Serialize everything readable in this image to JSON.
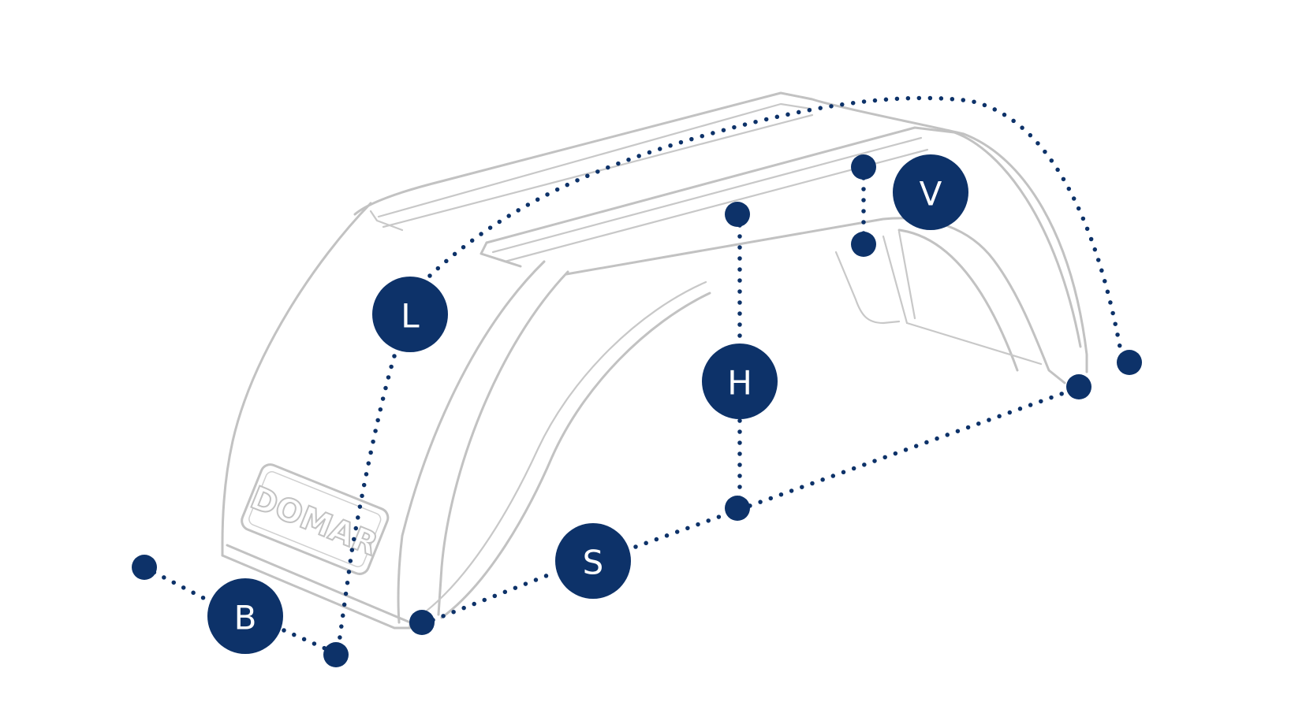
{
  "colors": {
    "accent": "#0d3269",
    "outline": "#c2c2c2",
    "background": "#ffffff",
    "label_text": "#ffffff"
  },
  "logo": {
    "text": "DOMAR"
  },
  "dimensions": [
    {
      "id": "L",
      "label": "L"
    },
    {
      "id": "V",
      "label": "V"
    },
    {
      "id": "H",
      "label": "H"
    },
    {
      "id": "S",
      "label": "S"
    },
    {
      "id": "B",
      "label": "B"
    }
  ]
}
